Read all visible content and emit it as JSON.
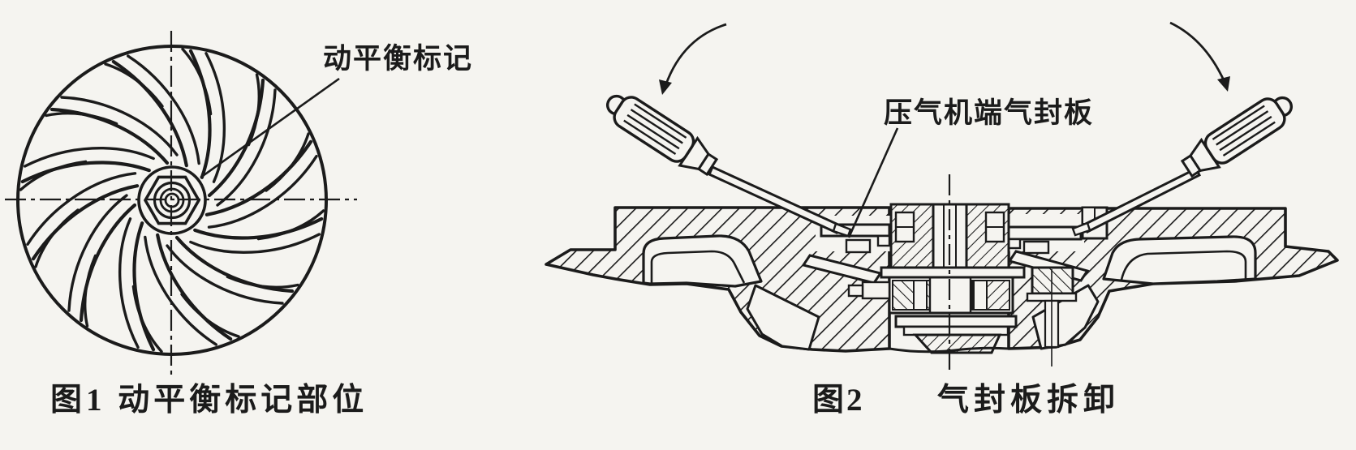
{
  "colors": {
    "paper": "#f5f4f0",
    "ink": "#1b1b1b"
  },
  "figure1": {
    "label": "动平衡标记",
    "caption": "图1 动平衡标记部位"
  },
  "figure2": {
    "label": "压气机端气封板",
    "caption_no": "图2",
    "caption_title": "气封板拆卸"
  }
}
